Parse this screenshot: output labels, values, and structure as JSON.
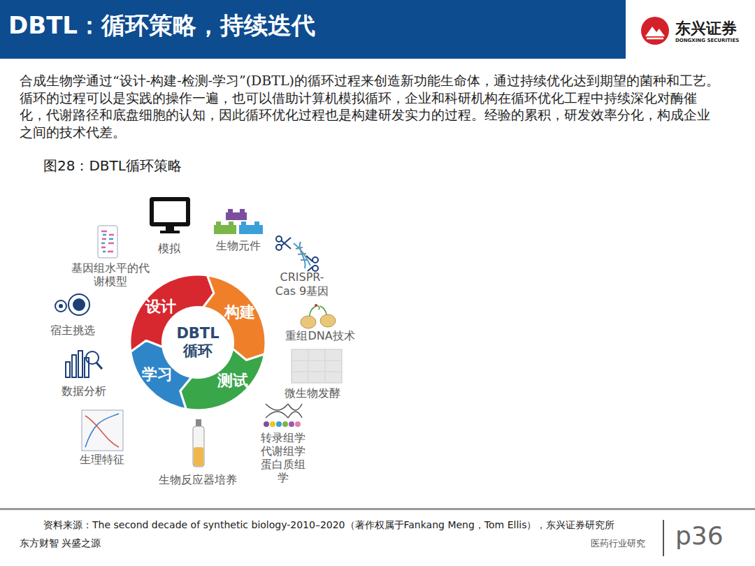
{
  "diagram": {
    "title": "DBTL：循环策略，持续迭代",
    "caption": "图28：DBTL循环策略",
    "nodes": [
      {
        "text": [
          "设计"
        ]
      },
      {
        "text": [
          "构建"
        ]
      },
      {
        "text": [
          "测试"
        ]
      },
      {
        "text": [
          "学习"
        ]
      },
      {
        "text": [
          "DBTL 循环"
        ]
      }
    ],
    "labels": [
      "东兴证券",
      "DONGXING SECURITIES",
      "合成生物学通过“设计-构建-检测-学习”(DBTL)的循环过程来创造新功能生命体，通过持续优化达到期望的菌种和工艺。循环的过程可以是实践的操作一遍，也可以借助计算机模拟循环，企业和科研机构在循环优化工程中持续深化对酶催化，代谢路径和底盘细胞的认知，因此循环优化过程也是构建研发实力的过程。经验的累积，研发效率分化，构成企业之间的技术代差。",
      "模拟",
      "生物元件",
      "CRISPR- Cas 9基因",
      "重组DNA技术",
      "微生物发酵",
      "转录组学 代谢组学 蛋白质组学",
      "生物反应器培养",
      "生理特征",
      "数据分析",
      "宿主挑选",
      "基因组水平的代 谢模型",
      "资料来源：The second decade of synthetic biology-2010–2020（著作权属于Fankang Meng，Tom Ellis），东兴证券研究所",
      "东方财智 兴盛之源",
      "医药行业研究",
      "p36"
    ]
  }
}
